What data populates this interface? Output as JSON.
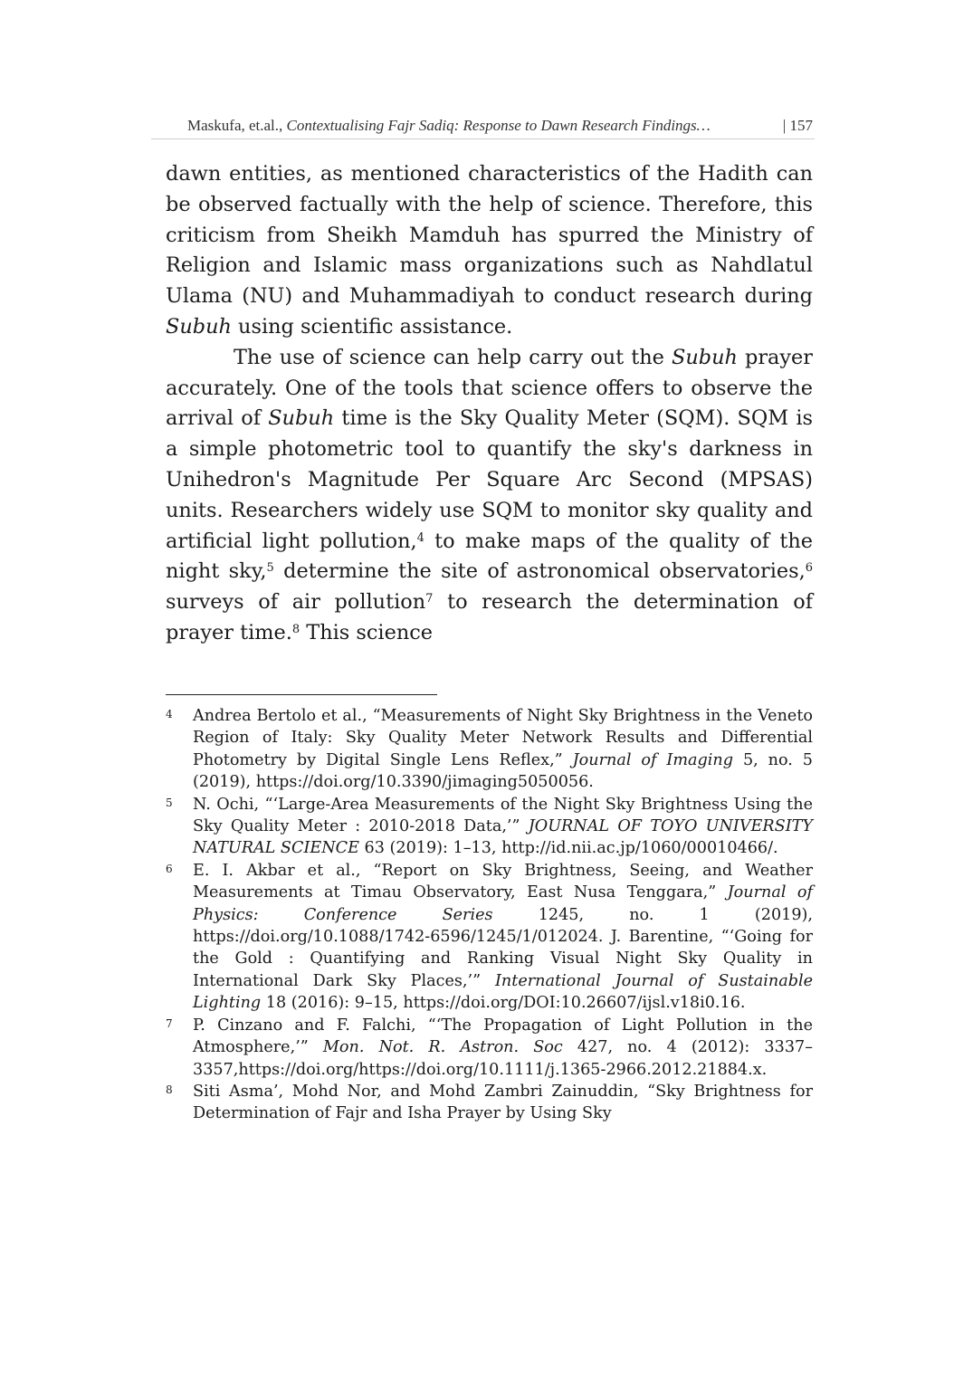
{
  "header": {
    "authors": "Maskufa, et.al., ",
    "title": "Contextualising Fajr Sadiq: Response to Dawn Research Findings…",
    "page_label": "| 157"
  },
  "paragraphs": [
    {
      "indent": false,
      "runs": [
        {
          "text": "dawn entities, as mentioned characteristics of the Hadith can be observed factually with the help of science. Therefore, this criticism from Sheikh Mamduh has spurred the Ministry of Religion and Islamic mass organizations such as Nahdlatul Ulama (NU) and Muhammadiyah to conduct research during "
        },
        {
          "text": "Subuh",
          "italic": true
        },
        {
          "text": " using scientific assistance."
        }
      ]
    },
    {
      "indent": true,
      "runs": [
        {
          "text": "The use of science can help carry out the "
        },
        {
          "text": "Subuh",
          "italic": true
        },
        {
          "text": " prayer accurately. One of the tools that science offers to observe the arrival of "
        },
        {
          "text": "Subuh",
          "italic": true
        },
        {
          "text": " time is the Sky Quality Meter (SQM). SQM is a simple photometric tool to quantify the sky's darkness in Unihedron's Magnitude Per Square Arc Second (MPSAS) units. Researchers widely use SQM to monitor sky quality and artificial light pollution,"
        },
        {
          "text": "4",
          "sup": true
        },
        {
          "text": " to make maps of the quality of the night sky,"
        },
        {
          "text": "5",
          "sup": true
        },
        {
          "text": " determine the site of astronomical observatories,"
        },
        {
          "text": "6",
          "sup": true
        },
        {
          "text": " surveys of air pollution"
        },
        {
          "text": "7",
          "sup": true
        },
        {
          "text": " to research the determination of prayer time."
        },
        {
          "text": "8",
          "sup": true
        },
        {
          "text": " This science"
        }
      ]
    }
  ],
  "footnotes": [
    {
      "number": "4",
      "runs": [
        {
          "text": "Andrea Bertolo et al., “Measurements of Night Sky Brightness in the Veneto Region of Italy: Sky Quality Meter Network Results and Differential Photometry by Digital Single Lens Reflex,” "
        },
        {
          "text": "Journal of Imaging",
          "italic": true
        },
        {
          "text": " 5, no. 5 (2019), https://doi.org/10.3390/jimaging5050056."
        }
      ]
    },
    {
      "number": "5",
      "runs": [
        {
          "text": "N. Ochi, “‘Large-Area Measurements of the Night Sky Brightness Using the Sky Quality Meter : 2010-2018 Data,’” "
        },
        {
          "text": "JOURNAL OF TOYO UNIVERSITY NATURAL SCIENCE",
          "italic": true
        },
        {
          "text": " 63 (2019): 1–13, http://id.nii.ac.jp/1060/00010466/."
        }
      ]
    },
    {
      "number": "6",
      "runs": [
        {
          "text": "E. I. Akbar et al., “Report on Sky Brightness, Seeing, and Weather Measurements at Timau Observatory, East Nusa Tenggara,” "
        },
        {
          "text": "Journal of Physics: Conference Series",
          "italic": true
        },
        {
          "text": " 1245, no. 1 (2019), https://doi.org/10.1088/1742-6596/1245/1/012024. J. Barentine, “‘Going for the Gold : Quantifying and Ranking Visual Night Sky Quality in International Dark Sky Places,’” "
        },
        {
          "text": "International Journal of Sustainable Lighting",
          "italic": true
        },
        {
          "text": " 18 (2016): 9–15, https://doi.org/DOI:10.26607/ijsl.v18i0.16."
        }
      ]
    },
    {
      "number": "7",
      "runs": [
        {
          "text": "P. Cinzano and F. Falchi, “‘The Propagation of Light Pollution in the Atmosphere,’” "
        },
        {
          "text": "Mon. Not. R. Astron. Soc",
          "italic": true
        },
        {
          "text": " 427, no. 4 (2012): 3337–3357,https://doi.org/https://doi.org/10.1111/j.1365-2966.2012.21884.x."
        }
      ]
    },
    {
      "number": "8",
      "runs": [
        {
          "text": "Siti Asma’, Mohd Nor, and Mohd Zambri Zainuddin, “Sky Brightness for Determination of Fajr and Isha Prayer by Using Sky"
        }
      ]
    }
  ]
}
